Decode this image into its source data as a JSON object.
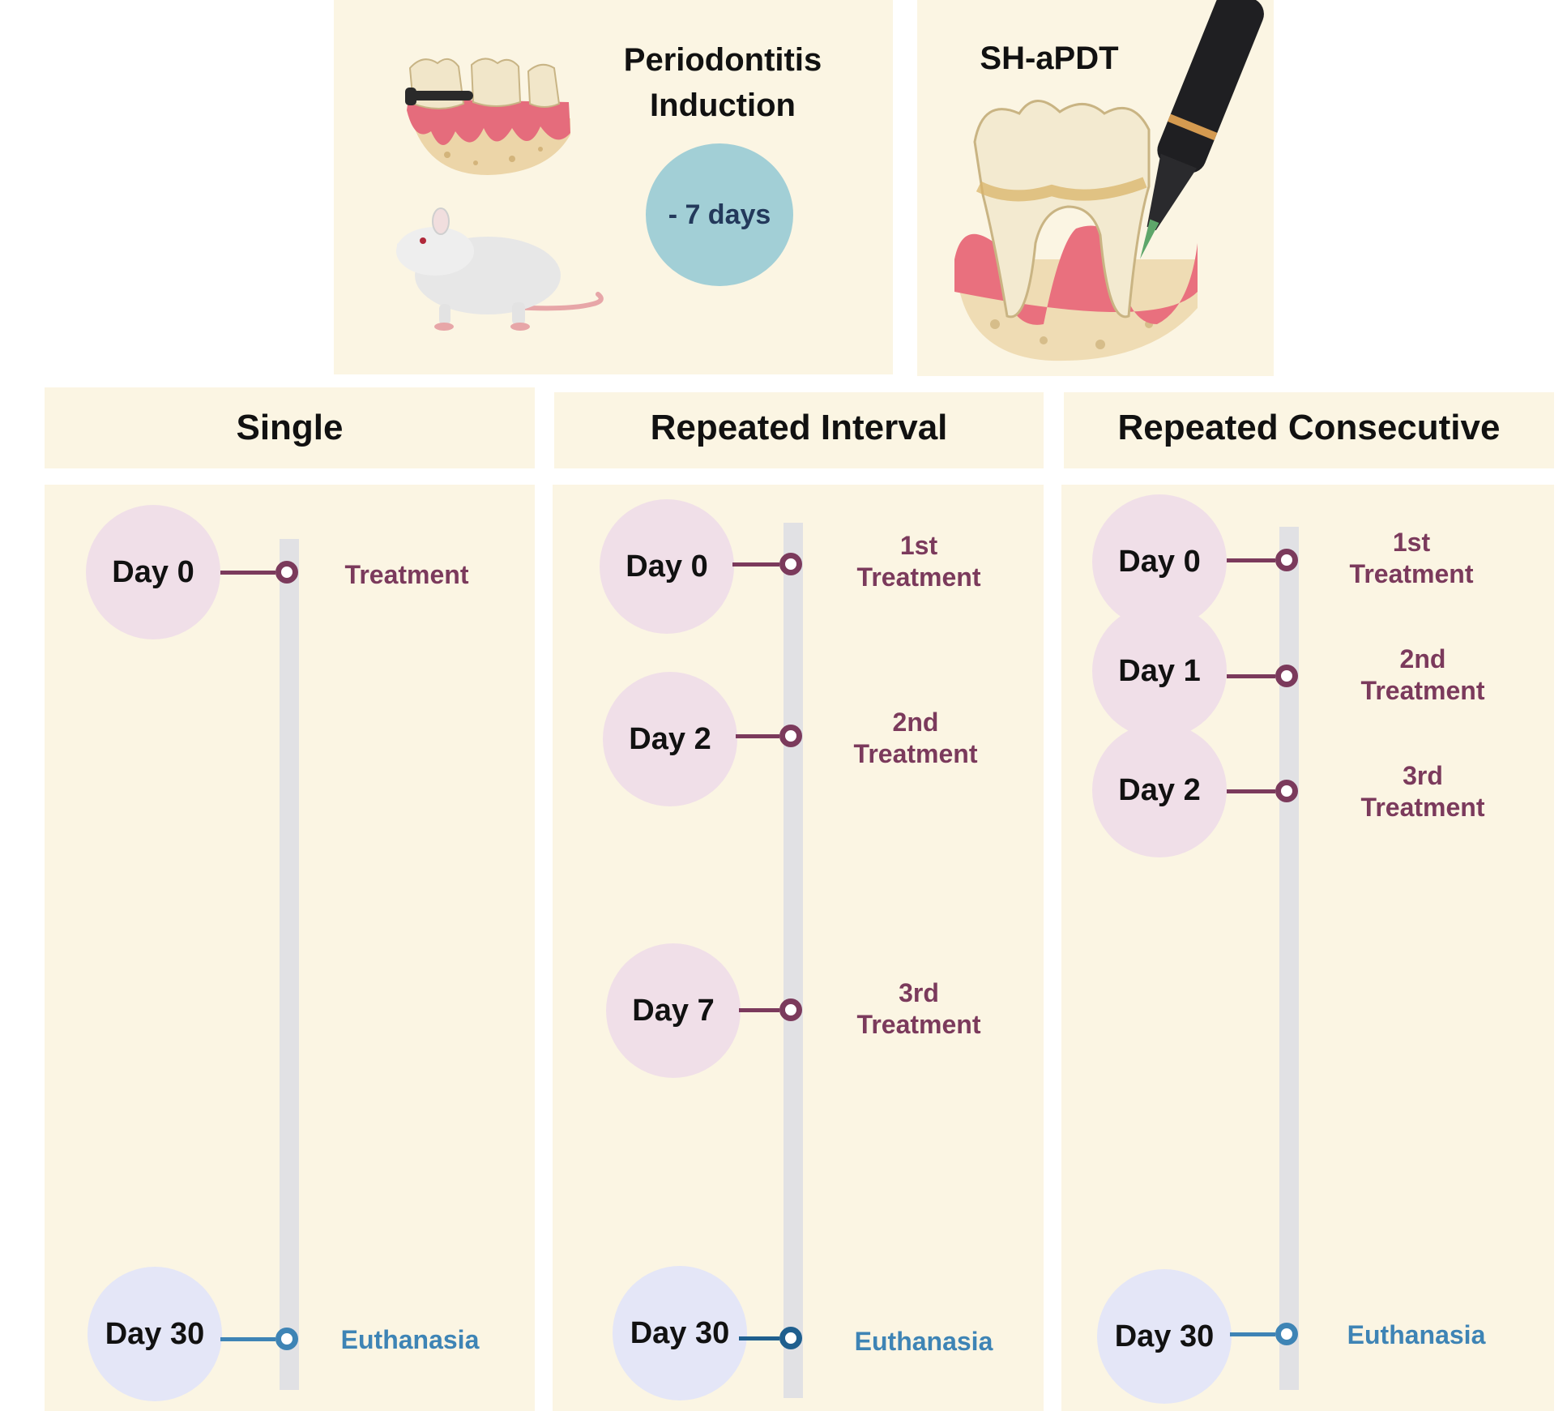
{
  "induction": {
    "title_line1": "Periodontitis",
    "title_line2": "Induction",
    "duration": "- 7 days",
    "icons": [
      "molars-ligature-icon",
      "rat-icon"
    ]
  },
  "treatment_method": {
    "title": "SH-aPDT",
    "icon": "tooth-probe-icon"
  },
  "columns": [
    {
      "title": "Single",
      "events": [
        {
          "day": "Day 0",
          "label": [
            "Treatment"
          ],
          "kind": "treatment"
        },
        {
          "day": "Day 30",
          "label": [
            "Euthanasia"
          ],
          "kind": "euthanasia"
        }
      ]
    },
    {
      "title": "Repeated Interval",
      "events": [
        {
          "day": "Day 0",
          "label": [
            "1st",
            "Treatment"
          ],
          "kind": "treatment"
        },
        {
          "day": "Day 2",
          "label": [
            "2nd",
            "Treatment"
          ],
          "kind": "treatment"
        },
        {
          "day": "Day 7",
          "label": [
            "3rd",
            "Treatment"
          ],
          "kind": "treatment"
        },
        {
          "day": "Day 30",
          "label": [
            "Euthanasia"
          ],
          "kind": "euthanasia"
        }
      ]
    },
    {
      "title": "Repeated Consecutive",
      "events": [
        {
          "day": "Day 0",
          "label": [
            "1st",
            "Treatment"
          ],
          "kind": "treatment"
        },
        {
          "day": "Day 1",
          "label": [
            "2nd",
            "Treatment"
          ],
          "kind": "treatment"
        },
        {
          "day": "Day 2",
          "label": [
            "3rd",
            "Treatment"
          ],
          "kind": "treatment"
        },
        {
          "day": "Day 30",
          "label": [
            "Euthanasia"
          ],
          "kind": "euthanasia"
        }
      ]
    }
  ],
  "colors": {
    "panel_bg": "#fbf5e3",
    "treatment": "#7b3a5c",
    "euthanasia": "#3e84b5",
    "treatment_circle": "#f0dfe8",
    "euthanasia_circle": "#e4e6f7",
    "duration_circle": "#a2cfd6",
    "axis": "#e1e1e4"
  }
}
